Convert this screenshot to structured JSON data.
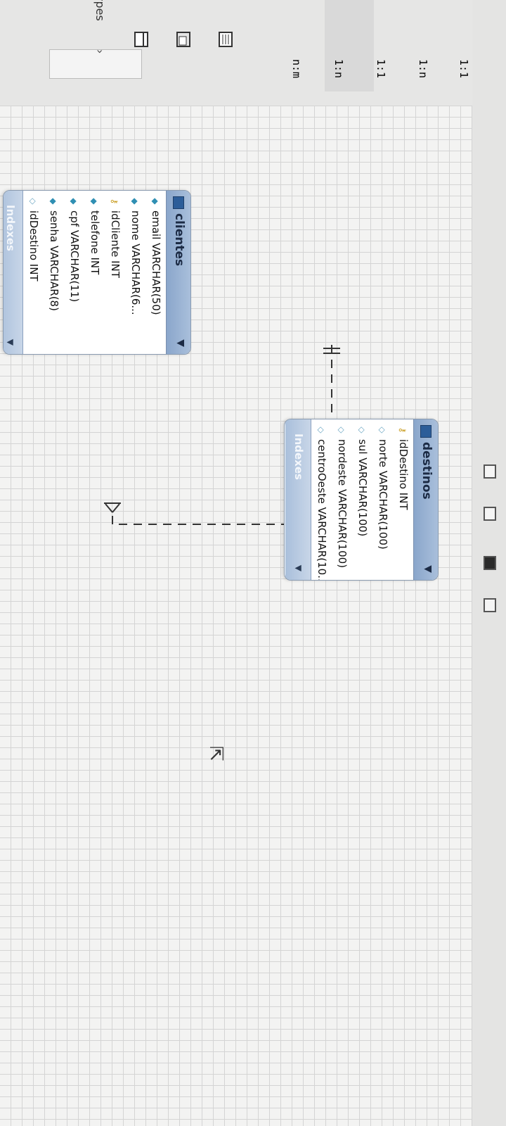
{
  "palette": {
    "types_label": "ypes",
    "relations": [
      {
        "label": "1:1"
      },
      {
        "label": "1:n"
      },
      {
        "label": "1:1"
      },
      {
        "label": "1:n"
      },
      {
        "label": "n:m"
      }
    ]
  },
  "tables": [
    {
      "name": "clientes",
      "columns": [
        {
          "icon": "diamond-icon",
          "text": "email VARCHAR(50)"
        },
        {
          "icon": "diamond-icon",
          "text": "nome VARCHAR(6..."
        },
        {
          "icon": "key-icon",
          "text": "idCliente INT"
        },
        {
          "icon": "diamond-icon",
          "text": "telefone INT"
        },
        {
          "icon": "diamond-icon",
          "text": "cpf VARCHAR(11)"
        },
        {
          "icon": "diamond-icon",
          "text": "senha VARCHAR(8)"
        },
        {
          "icon": "hollow-diamond-icon",
          "text": "idDestino INT"
        }
      ],
      "footer": "Indexes"
    },
    {
      "name": "destinos",
      "columns": [
        {
          "icon": "key-icon",
          "text": "idDestino INT"
        },
        {
          "icon": "hollow-diamond-icon",
          "text": "norte VARCHAR(100)"
        },
        {
          "icon": "hollow-diamond-icon",
          "text": "sul VARCHAR(100)"
        },
        {
          "icon": "hollow-diamond-icon",
          "text": "nordeste VARCHAR(100)"
        },
        {
          "icon": "hollow-diamond-icon",
          "text": "centroOeste VARCHAR(10..."
        }
      ],
      "footer": "Indexes"
    }
  ],
  "colors": {
    "table_header": "#8aa6cb",
    "grid": "#d4d4d4",
    "relationship_line": "#333333"
  }
}
